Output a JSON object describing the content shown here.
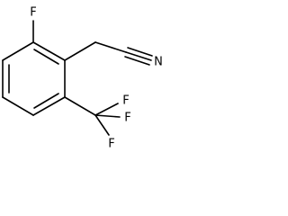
{
  "molecule": {
    "atoms": {
      "fluoro": "F",
      "nitrogen": "N",
      "cf3_f_top": "F",
      "cf3_f_right": "F",
      "cf3_f_bottom": "F"
    },
    "line_color": "#000000",
    "background": "#ffffff"
  }
}
